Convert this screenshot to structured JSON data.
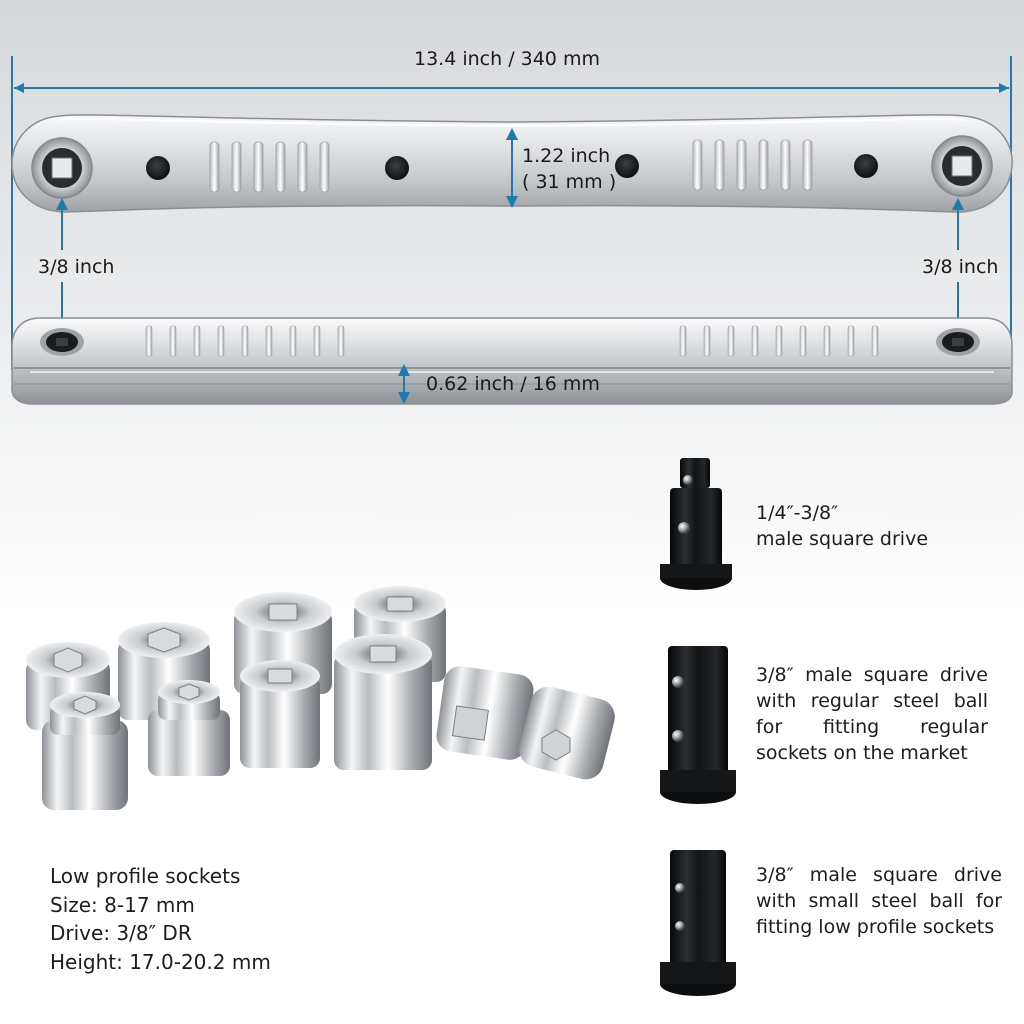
{
  "dimensions": {
    "overall_length": "13.4 inch / 340 mm",
    "width_inch": "1.22 inch",
    "width_mm": "( 31 mm )",
    "drive_left": "3/8 inch",
    "drive_right": "3/8 inch",
    "thickness": "0.62 inch / 16 mm"
  },
  "sockets": {
    "title": "Low profile sockets",
    "size": "Size: 8-17 mm",
    "drive": "Drive: 3/8″ DR",
    "height": "Height: 17.0-20.2 mm"
  },
  "adapters": [
    {
      "line1": "1/4″-3/8″",
      "line2": "male square drive"
    },
    {
      "text": "3/8″ male square drive with regular steel ball for fitting regular sockets on the market"
    },
    {
      "text": "3/8″ male square drive with small steel ball for fitting low profile sockets"
    }
  ],
  "colors": {
    "dimension_line": "#1e7bb0",
    "metal_light": "#f2f3f4",
    "metal_dark": "#9a9ea2",
    "adapter_black": "#141618"
  }
}
